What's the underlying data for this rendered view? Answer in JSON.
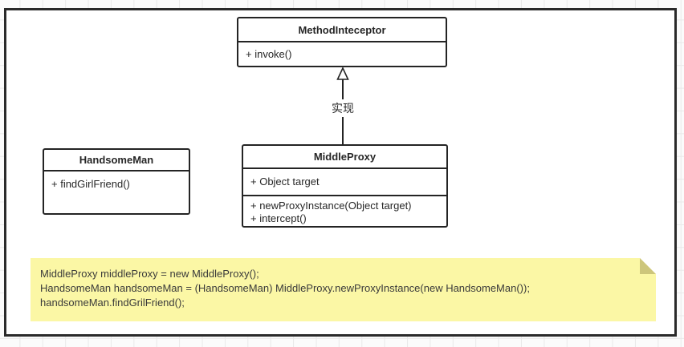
{
  "canvas": {
    "background": "#ffffff",
    "frame_color": "#2a2a2a",
    "grid_line_color": "#e9e9e9",
    "class_border_color": "#242424",
    "text_color": "#262626"
  },
  "classes": {
    "method_inteceptor": {
      "title": "MethodInteceptor",
      "methods": [
        "+ invoke()"
      ]
    },
    "handsome_man": {
      "title": "HandsomeMan",
      "methods": [
        "+ findGirlFriend()"
      ]
    },
    "middle_proxy": {
      "title": "MiddleProxy",
      "attributes": [
        "+ Object target"
      ],
      "methods": [
        "+ newProxyInstance(Object target)",
        "+ intercept()"
      ]
    }
  },
  "relationship": {
    "type": "realization",
    "label": "实现",
    "from": "MiddleProxy",
    "to": "MethodInteceptor"
  },
  "note": {
    "background": "#fbf7a5",
    "fold_color": "#cdc67b",
    "lines": [
      "MiddleProxy middleProxy = new MiddleProxy();",
      "HandsomeMan handsomeMan = (HandsomeMan) MiddleProxy.newProxyInstance(new HandsomeMan());",
      "handsomeMan.findGrilFriend();"
    ]
  }
}
